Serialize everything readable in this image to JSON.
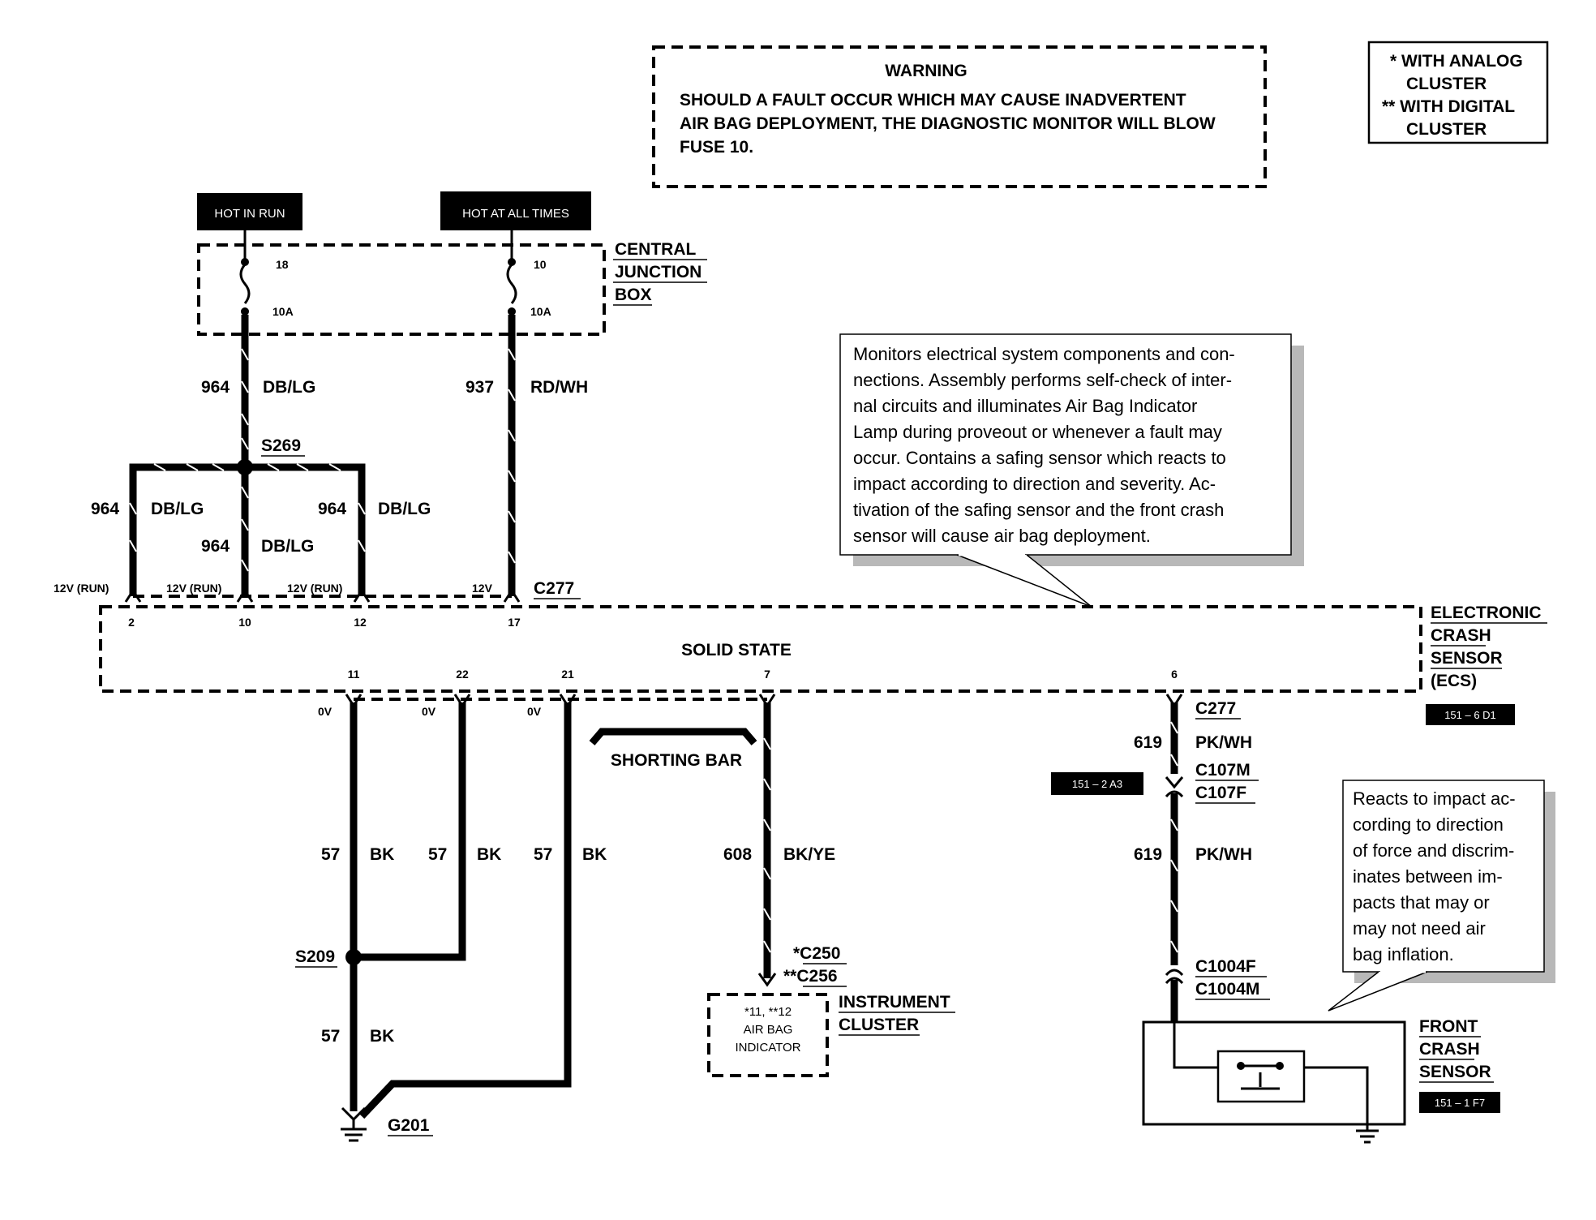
{
  "warning": {
    "title": "WARNING",
    "lines": [
      "SHOULD A FAULT OCCUR WHICH MAY CAUSE INADVERTENT",
      "AIR BAG DEPLOYMENT, THE DIAGNOSTIC MONITOR WILL BLOW",
      "FUSE 10."
    ]
  },
  "legend": {
    "lines": [
      "* WITH ANALOG",
      "CLUSTER",
      "** WITH DIGITAL",
      "CLUSTER"
    ]
  },
  "power": {
    "hot_in_run": "HOT IN RUN",
    "hot_at_all_times": "HOT AT ALL TIMES"
  },
  "junction_box": {
    "label": [
      "CENTRAL",
      "JUNCTION",
      "BOX"
    ],
    "fuse_left_num": "18",
    "fuse_left_rating": "10A",
    "fuse_right_num": "10",
    "fuse_right_rating": "10A"
  },
  "wires": {
    "w964_num": "964",
    "w964_color": "DB/LG",
    "w937_num": "937",
    "w937_color": "RD/WH",
    "w57_num": "57",
    "w57_color": "BK",
    "w608_num": "608",
    "w608_color": "BK/YE",
    "w619_num": "619",
    "w619_color": "PK/WH"
  },
  "splices": {
    "s269": "S269",
    "s209": "S209",
    "g201": "G201"
  },
  "voltages": {
    "run12": "12V (RUN)",
    "v12": "12V",
    "ov": "0V"
  },
  "connectors": {
    "c277": "C277",
    "c107m": "C107M",
    "c107f": "C107F",
    "c250": "*C250",
    "c256": "**C256",
    "c1004f": "C1004F",
    "c1004m": "C1004M"
  },
  "ecs": {
    "center": "SOLID STATE",
    "label": [
      "ELECTRONIC",
      "CRASH",
      "SENSOR",
      "(ECS)"
    ],
    "pins_top": [
      "2",
      "10",
      "12",
      "17"
    ],
    "pins_bottom": [
      "11",
      "22",
      "21",
      "7",
      "6"
    ]
  },
  "shorting_bar": "SHORTING BAR",
  "instrument_cluster": {
    "inner": [
      "*11, **12",
      "AIR BAG",
      "INDICATOR"
    ],
    "label": [
      "INSTRUMENT",
      "CLUSTER"
    ]
  },
  "front_sensor": {
    "label": [
      "FRONT",
      "CRASH",
      "SENSOR"
    ]
  },
  "tags": {
    "t1": "151 – 6 D1",
    "t2": "151 – 2 A3",
    "t3": "151 – 1 F7"
  },
  "notes": {
    "ecs_note": [
      "Monitors electrical system components and con-",
      "nections.  Assembly performs self-check of inter-",
      "nal circuits and illuminates Air Bag Indicator",
      "Lamp during proveout or whenever a fault may",
      "occur.  Contains a safing sensor which reacts to",
      "impact according to direction and severity.  Ac-",
      "tivation of the safing sensor and the front crash",
      "sensor will cause air bag deployment."
    ],
    "sensor_note": [
      "Reacts to impact ac-",
      "cording to direction",
      "of force and discrim-",
      "inates between im-",
      "pacts that may or",
      "may not need air",
      "bag inflation."
    ]
  }
}
